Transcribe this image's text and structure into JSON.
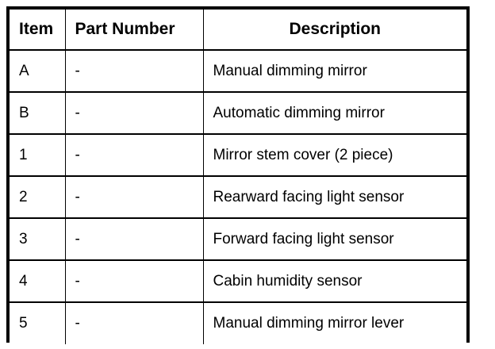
{
  "table": {
    "columns": [
      {
        "key": "item",
        "label": "Item",
        "align": "left"
      },
      {
        "key": "part_number",
        "label": "Part Number",
        "align": "left"
      },
      {
        "key": "description",
        "label": "Description",
        "align": "center"
      }
    ],
    "rows": [
      {
        "item": "A",
        "part_number": "-",
        "description": "Manual dimming mirror"
      },
      {
        "item": "B",
        "part_number": "-",
        "description": "Automatic dimming mirror"
      },
      {
        "item": "1",
        "part_number": "-",
        "description": "Mirror stem cover (2 piece)"
      },
      {
        "item": "2",
        "part_number": "-",
        "description": "Rearward facing light sensor"
      },
      {
        "item": "3",
        "part_number": "-",
        "description": "Forward facing light sensor"
      },
      {
        "item": "4",
        "part_number": "-",
        "description": "Cabin humidity sensor"
      },
      {
        "item": "5",
        "part_number": "-",
        "description": "Manual dimming mirror lever"
      }
    ]
  },
  "style": {
    "border_color": "#000000",
    "text_color": "#000000",
    "background": "#ffffff"
  }
}
